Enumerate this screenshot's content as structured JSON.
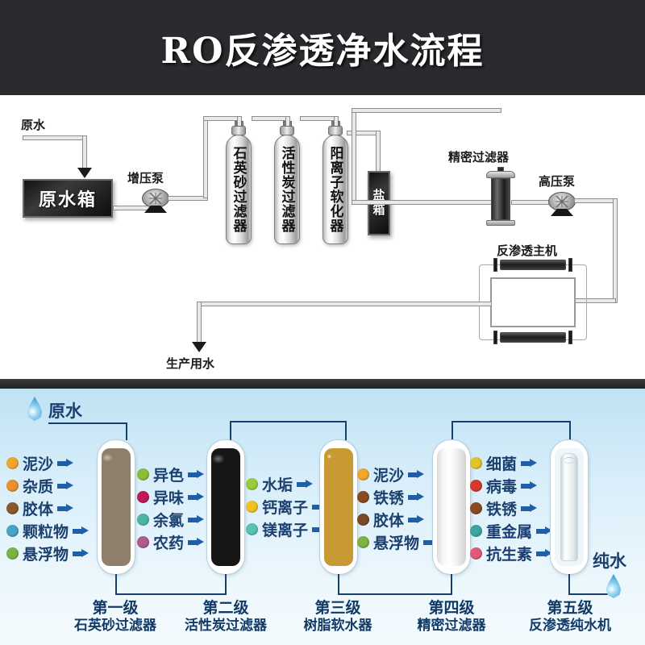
{
  "header": {
    "title": "RO反渗透净水流程"
  },
  "schematic": {
    "raw_water_label": "原水",
    "raw_water_tank": "原水箱",
    "booster_pump": "增压泵",
    "tanks": [
      {
        "label": "石英砂过滤器"
      },
      {
        "label": "活性炭过滤器"
      },
      {
        "label": "阳离子软化器"
      }
    ],
    "salt_box": "盐箱",
    "precision_filter": "精密过滤器",
    "high_pressure_pump": "高压泵",
    "ro_unit": "反渗透主机",
    "product_water": "生产用水"
  },
  "stages": {
    "inlet_label": "原水",
    "outlet_label": "纯水",
    "columns": [
      {
        "level": "第一级",
        "name": "石英砂过滤器",
        "media": "quartz-sand",
        "removes": [
          {
            "label": "泥沙",
            "icon_color": "#f0a72c"
          },
          {
            "label": "杂质",
            "icon_color": "#e8922a"
          },
          {
            "label": "胶体",
            "icon_color": "#8a5a2b"
          },
          {
            "label": "颗粒物",
            "icon_color": "#4aa3c8"
          },
          {
            "label": "悬浮物",
            "icon_color": "#7cb342"
          }
        ]
      },
      {
        "level": "第二级",
        "name": "活性炭过滤器",
        "media": "activated-carbon",
        "removes": [
          {
            "label": "异色",
            "icon_color": "#8bbf3a"
          },
          {
            "label": "异味",
            "icon_color": "#c2185b"
          },
          {
            "label": "余氯",
            "icon_color": "#4cb5a5"
          },
          {
            "label": "农药",
            "icon_color": "#b05a8f"
          }
        ]
      },
      {
        "level": "第三级",
        "name": "树脂软水器",
        "media": "resin",
        "removes": [
          {
            "label": "水垢",
            "icon_color": "#9ccc3c"
          },
          {
            "label": "钙离子",
            "icon_color": "#f3c124"
          },
          {
            "label": "镁离子",
            "icon_color": "#57c4b0"
          }
        ]
      },
      {
        "level": "第四级",
        "name": "精密过滤器",
        "media": "pp-cotton",
        "removes": [
          {
            "label": "泥沙",
            "icon_color": "#f0a72c"
          },
          {
            "label": "铁锈",
            "icon_color": "#8a4a22"
          },
          {
            "label": "胶体",
            "icon_color": "#7a4a28"
          },
          {
            "label": "悬浮物",
            "icon_color": "#7cb342"
          }
        ]
      },
      {
        "level": "第五级",
        "name": "反渗透纯水机",
        "media": "ro-membrane",
        "removes": [
          {
            "label": "细菌",
            "icon_color": "#e3c32a"
          },
          {
            "label": "病毒",
            "icon_color": "#d23b2c"
          },
          {
            "label": "铁锈",
            "icon_color": "#8a4a22"
          },
          {
            "label": "重金属",
            "icon_color": "#3aa6a0"
          },
          {
            "label": "抗生素",
            "icon_color": "#e05a7a"
          }
        ]
      }
    ]
  },
  "colors": {
    "header_bg": "#2b2a2e",
    "panel_bg": "#ffffff",
    "stage_bg_top": "#bfe2f3",
    "stage_bg_bottom": "#f4fbfe",
    "text_blue": "#1b3f6e",
    "arrow_blue": "#1f5fa8",
    "bracket_blue": "#17406e"
  }
}
